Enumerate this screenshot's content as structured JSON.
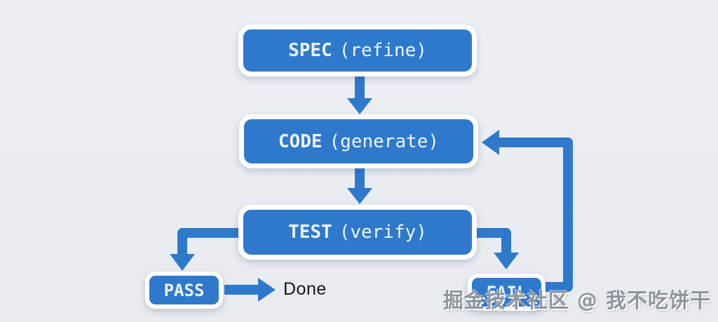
{
  "diagram": {
    "type": "flowchart",
    "nodes": {
      "spec": {
        "label": "SPEC",
        "detail": "(refine)"
      },
      "code": {
        "label": "CODE",
        "detail": "(generate)"
      },
      "test": {
        "label": "TEST",
        "detail": "(verify)"
      },
      "pass": {
        "label": "PASS"
      },
      "fail": {
        "label": "FAIL"
      },
      "done": {
        "label": "Done"
      }
    },
    "edges": [
      {
        "from": "spec",
        "to": "code",
        "type": "straight-down"
      },
      {
        "from": "code",
        "to": "test",
        "type": "straight-down"
      },
      {
        "from": "test",
        "to": "pass",
        "type": "elbow-left-down"
      },
      {
        "from": "test",
        "to": "fail",
        "type": "elbow-right-down"
      },
      {
        "from": "pass",
        "to": "done",
        "type": "straight-right"
      },
      {
        "from": "fail",
        "to": "code",
        "type": "loopback-right-up"
      }
    ],
    "colors": {
      "node_fill": "#2e79cc",
      "node_border": "#ffffff",
      "node_text": "#eef5ff",
      "arrow": "#2e79cc",
      "background": "#e9ecf1",
      "done_text": "#141414",
      "watermark_text": "#8f959e"
    }
  },
  "watermark": {
    "text": "掘金技术社区 @ 我不吃饼干"
  }
}
